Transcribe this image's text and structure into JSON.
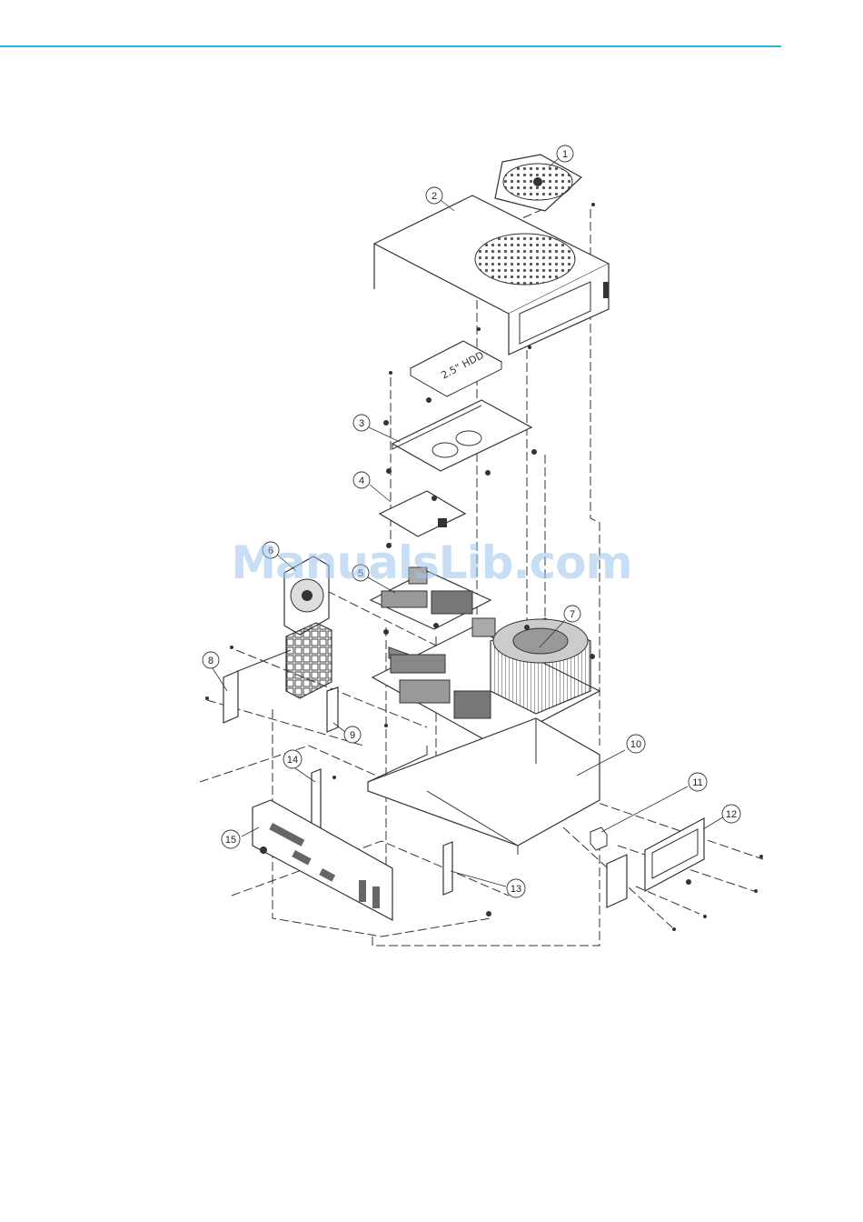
{
  "colors": {
    "rule": "#29b6e6",
    "line": "#333333",
    "watermark": "#9cc4ec"
  },
  "watermark": "ManualsLib.com",
  "hdd_label": "2.5\" HDD",
  "callouts": [
    {
      "id": "1",
      "label": "1"
    },
    {
      "id": "2",
      "label": "2"
    },
    {
      "id": "3",
      "label": "3"
    },
    {
      "id": "4",
      "label": "4"
    },
    {
      "id": "5",
      "label": "5"
    },
    {
      "id": "6",
      "label": "6"
    },
    {
      "id": "7",
      "label": "7"
    },
    {
      "id": "8",
      "label": "8"
    },
    {
      "id": "9",
      "label": "9"
    },
    {
      "id": "10",
      "label": "10"
    },
    {
      "id": "11",
      "label": "11"
    },
    {
      "id": "12",
      "label": "12"
    },
    {
      "id": "13",
      "label": "13"
    },
    {
      "id": "14",
      "label": "14"
    },
    {
      "id": "15",
      "label": "15"
    }
  ]
}
